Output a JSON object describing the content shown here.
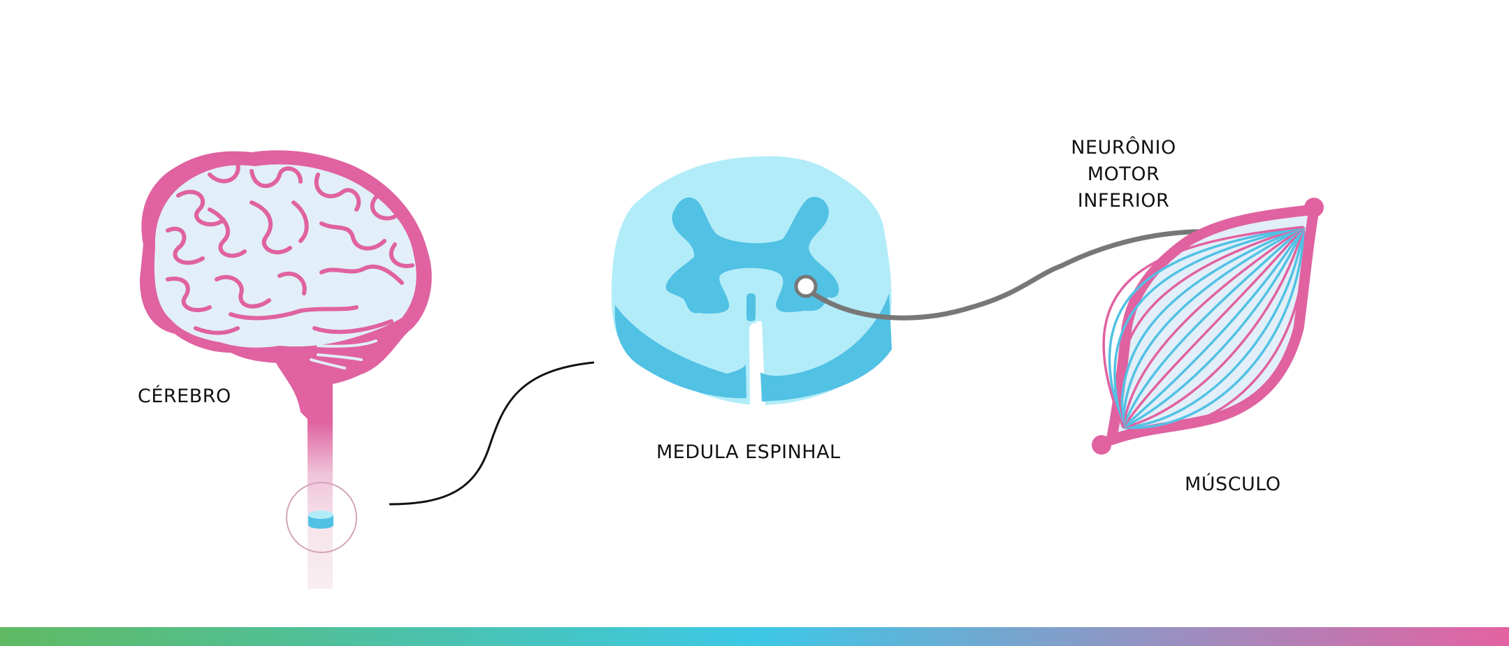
{
  "labels": {
    "brain": "CÉREBRO",
    "spinal_cord": "MEDULA ESPINHAL",
    "neuron_line1": "NEURÔNIO",
    "neuron_line2": "MOTOR",
    "neuron_line3": "INFERIOR",
    "muscle": "MÚSCULO"
  },
  "colors": {
    "brain_pink": "#e062a0",
    "brain_fill": "#e2eff8",
    "cord_white": "#b2ecf9",
    "cord_gray": "#51c1e4",
    "neuron_gray": "#777777",
    "bar_start": "#5fba62",
    "bar_mid": "#3cc8e6",
    "bar_end": "#e462a2"
  }
}
